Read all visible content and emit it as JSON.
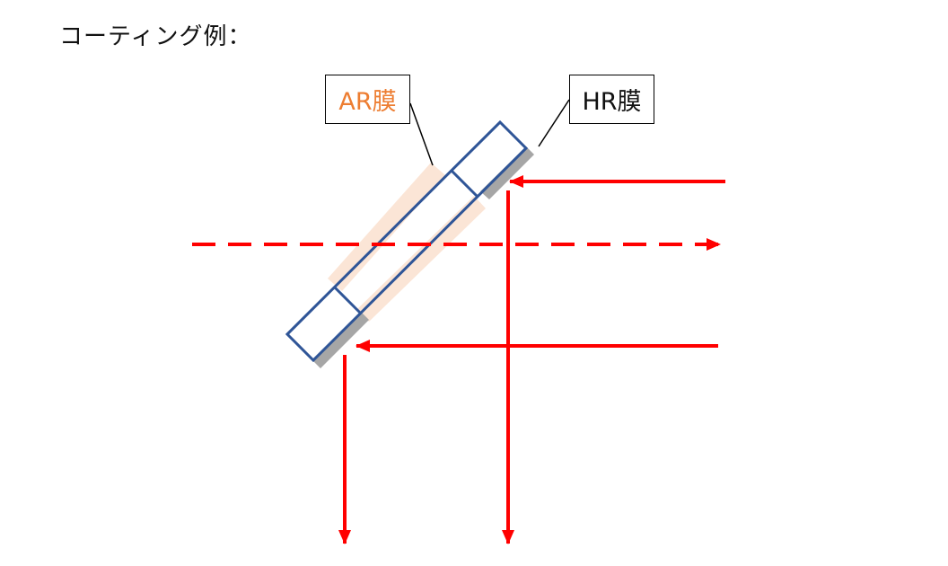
{
  "heading": "コーティング例：",
  "labels": {
    "ar": "AR膜",
    "hr": "HR膜"
  },
  "colors": {
    "ar_text": "#ED7D31",
    "hr_text": "#111111",
    "ar_coating": "#FBE5D6",
    "hr_coating": "#A6A6A6",
    "mirror_outline": "#2F5597",
    "beam": "#FF0000"
  }
}
